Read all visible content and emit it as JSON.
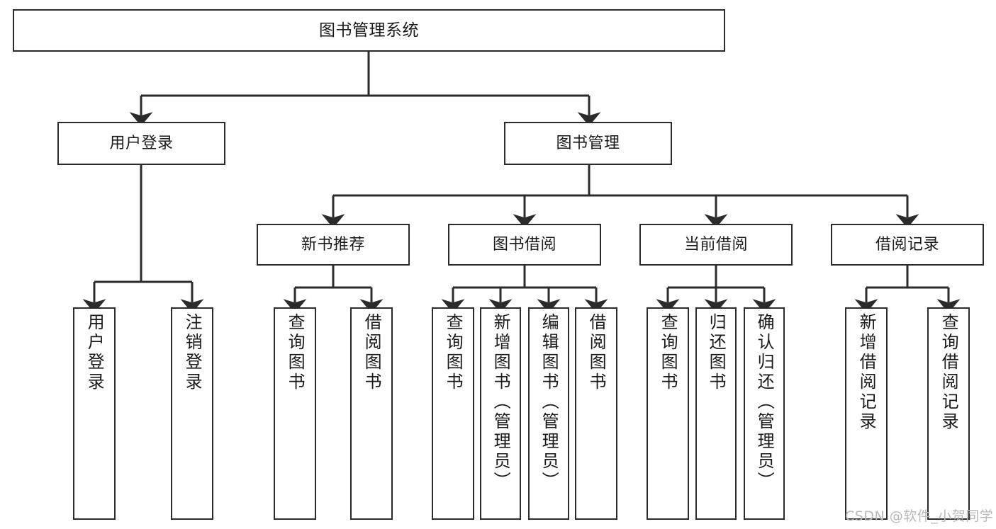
{
  "diagram": {
    "type": "tree",
    "title": "图书管理系统",
    "watermark": "CSDN @软件_小贺同学",
    "colors": {
      "box_border": "#2b2b2b",
      "box_fill": "#ffffff",
      "edge": "#2b2b2b",
      "text": "#1a1a1a",
      "watermark": "#b9b9b9"
    }
  },
  "nodes": {
    "root": {
      "label": "图书管理系统"
    },
    "level1": [
      {
        "id": "user-login",
        "label": "用户登录"
      },
      {
        "id": "book-management",
        "label": "图书管理"
      }
    ],
    "level2": [
      {
        "id": "new-book-recommend",
        "label": "新书推荐"
      },
      {
        "id": "book-borrow",
        "label": "图书借阅"
      },
      {
        "id": "current-borrow",
        "label": "当前借阅"
      },
      {
        "id": "borrow-record",
        "label": "借阅记录"
      }
    ],
    "leaves": {
      "user-login": [
        {
          "id": "leaf-user-login",
          "label": "用户登录"
        },
        {
          "id": "leaf-user-logout",
          "label": "注销登录"
        }
      ],
      "new-book-recommend": [
        {
          "id": "leaf-query-book-1",
          "label": "查询图书"
        },
        {
          "id": "leaf-borrow-book-1",
          "label": "借阅图书"
        }
      ],
      "book-borrow": [
        {
          "id": "leaf-query-book-2",
          "label": "查询图书"
        },
        {
          "id": "leaf-add-book",
          "label": "新增图书（管理员）"
        },
        {
          "id": "leaf-edit-book",
          "label": "编辑图书（管理员）"
        },
        {
          "id": "leaf-borrow-book-2",
          "label": "借阅图书"
        }
      ],
      "current-borrow": [
        {
          "id": "leaf-query-book-3",
          "label": "查询图书"
        },
        {
          "id": "leaf-return-book",
          "label": "归还图书"
        },
        {
          "id": "leaf-confirm-return",
          "label": "确认归还（管理员）"
        }
      ],
      "borrow-record": [
        {
          "id": "leaf-add-record",
          "label": "新增借阅记录"
        },
        {
          "id": "leaf-query-record",
          "label": "查询借阅记录"
        }
      ]
    }
  }
}
